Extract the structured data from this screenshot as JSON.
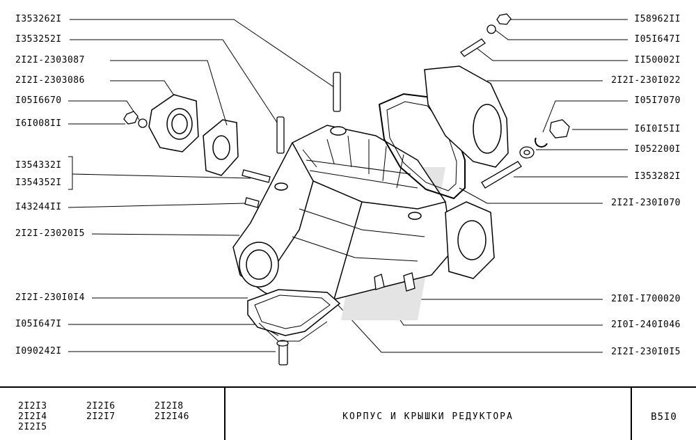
{
  "labels_left": [
    {
      "id": "l1",
      "text": "I353262I"
    },
    {
      "id": "l2",
      "text": "I353252I"
    },
    {
      "id": "l3",
      "text": "2I2I-2303087"
    },
    {
      "id": "l4",
      "text": "2I2I-2303086"
    },
    {
      "id": "l5",
      "text": "I05I6670"
    },
    {
      "id": "l6",
      "text": "I6I008II"
    },
    {
      "id": "l7",
      "text": "I354332I"
    },
    {
      "id": "l8",
      "text": "I354352I"
    },
    {
      "id": "l9",
      "text": "I43244II"
    },
    {
      "id": "l10",
      "text": "2I2I-23020I5"
    },
    {
      "id": "l11",
      "text": "2I2I-230I0I4"
    },
    {
      "id": "l12",
      "text": "I05I647I"
    },
    {
      "id": "l13",
      "text": "I090242I"
    }
  ],
  "labels_right": [
    {
      "id": "r1",
      "text": "I58962II"
    },
    {
      "id": "r2",
      "text": "I05I647I"
    },
    {
      "id": "r3",
      "text": "II50002I"
    },
    {
      "id": "r4",
      "text": "2I2I-230I022"
    },
    {
      "id": "r5",
      "text": "I05I7070"
    },
    {
      "id": "r6",
      "text": "I6I0I5II"
    },
    {
      "id": "r7",
      "text": "I052200I"
    },
    {
      "id": "r8",
      "text": "I353282I"
    },
    {
      "id": "r9",
      "text": "2I2I-230I070"
    },
    {
      "id": "r10",
      "text": "2I0I-I700020"
    },
    {
      "id": "r11",
      "text": "2I0I-240I046"
    },
    {
      "id": "r12",
      "text": "2I2I-230I0I5"
    }
  ],
  "footer": {
    "models": [
      "2I2I3",
      "2I2I4",
      "2I2I5",
      "2I2I6",
      "2I2I7",
      "2I2I8",
      "2I2I46"
    ],
    "title": "КОРПУС И КРЫШКИ РЕДУКТОРА",
    "code": "B5I0"
  }
}
